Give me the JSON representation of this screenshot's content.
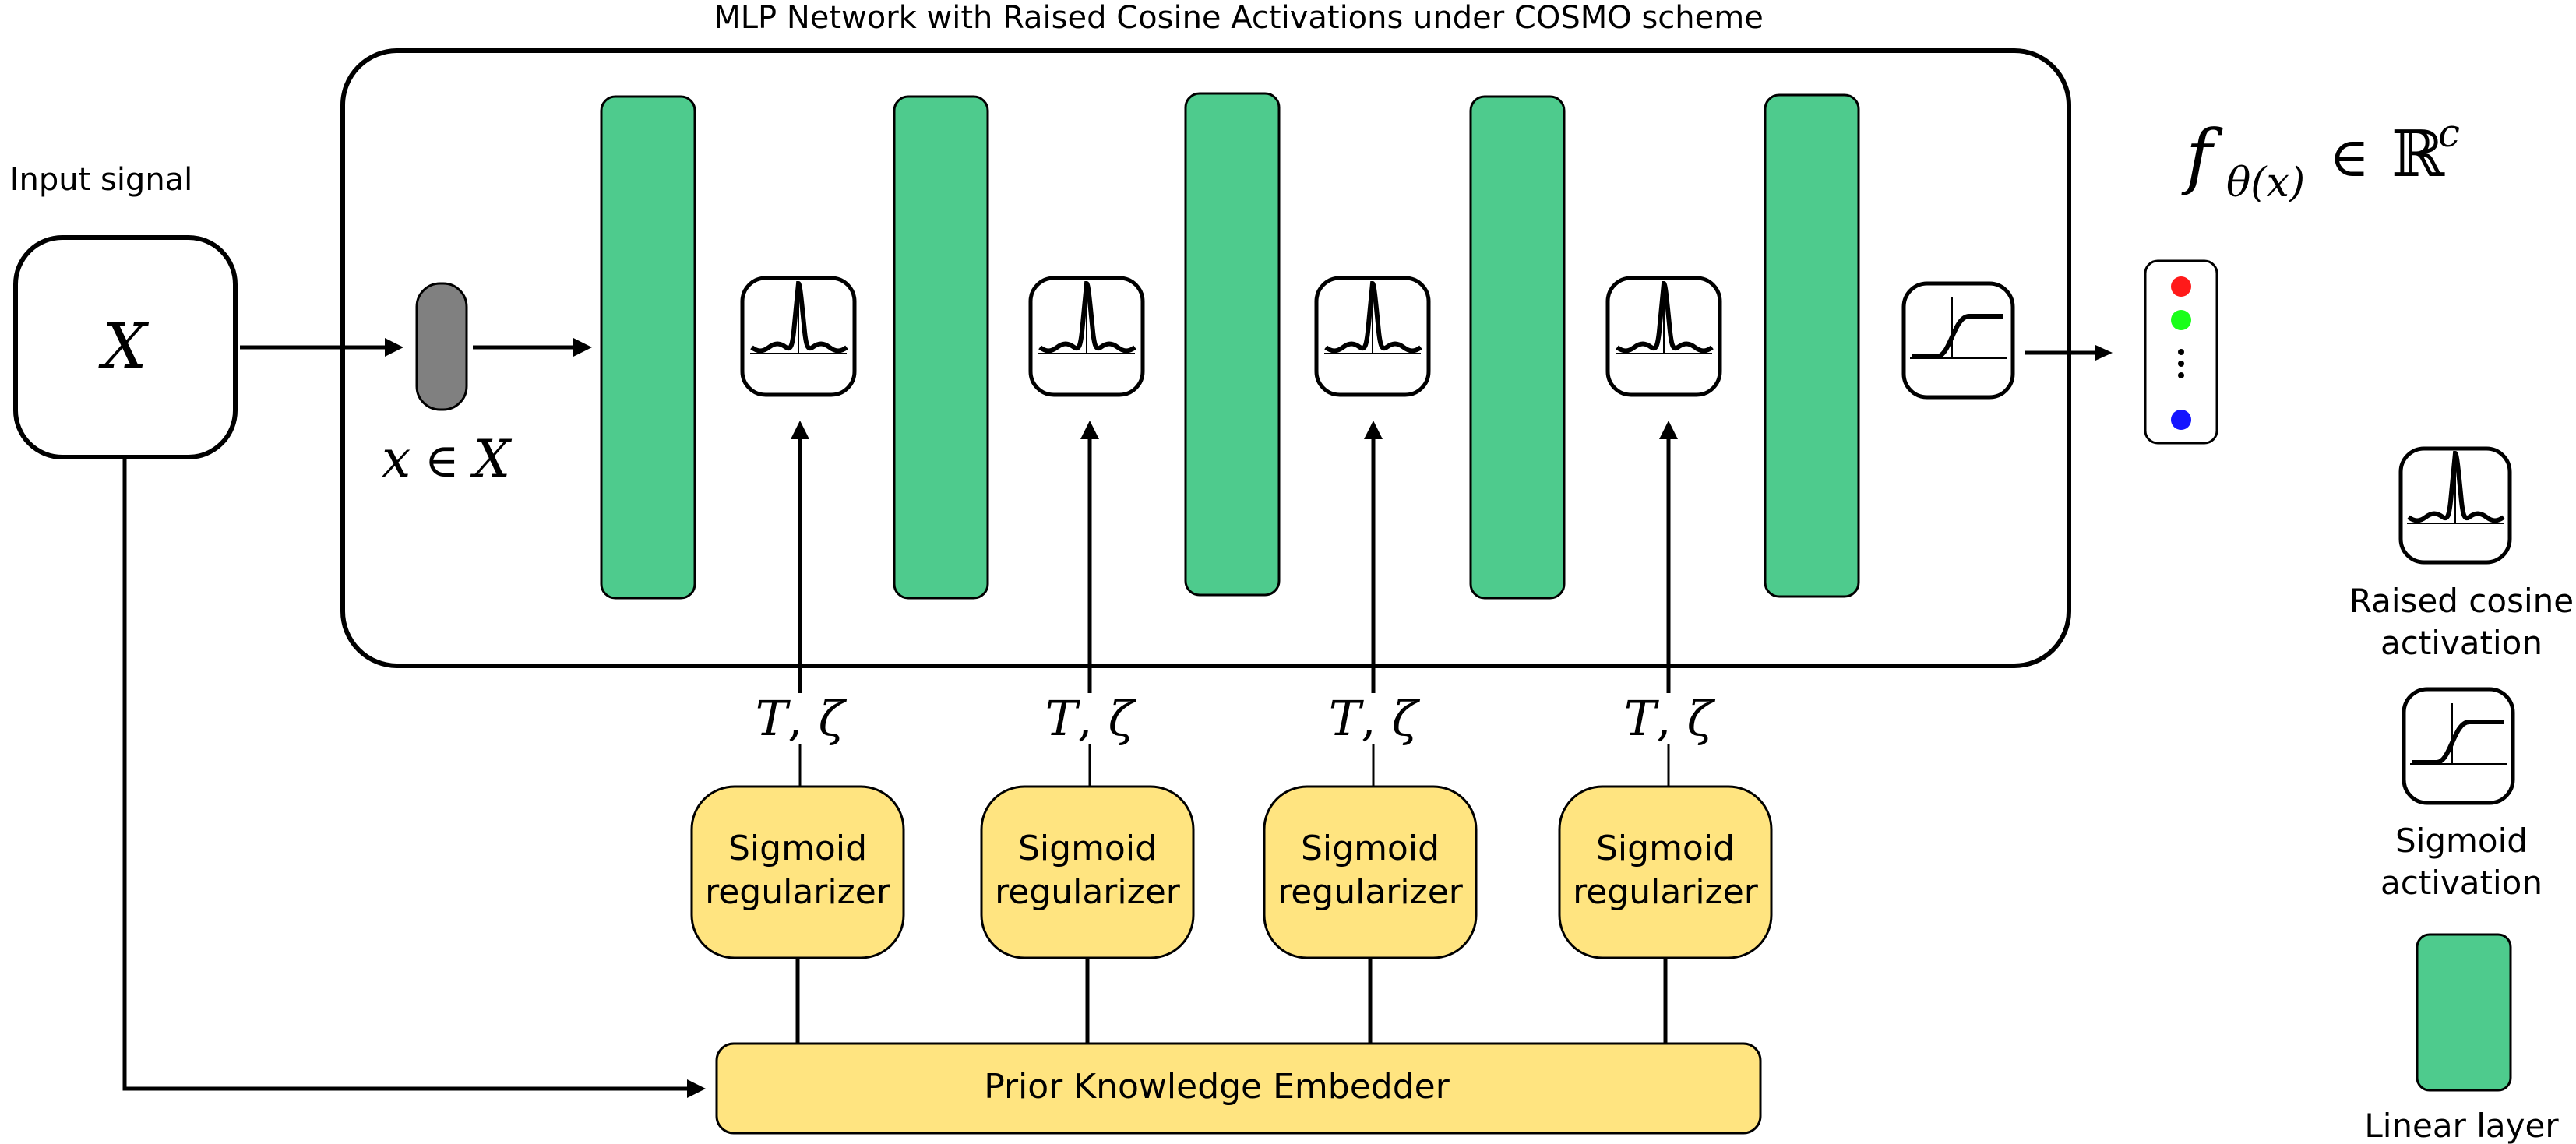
{
  "title": "MLP Network with Raised Cosine Activations under COSMO scheme",
  "input": {
    "label": "Input signal",
    "symbol": "X",
    "sample_var": "x",
    "sample_set": "X"
  },
  "output": {
    "func": "f",
    "sub": "θ(x)",
    "set": "ℝ",
    "sup": "c",
    "dots": [
      "#ff1a1a",
      "#1aff1a",
      "#1414ff"
    ]
  },
  "regularizer_label": [
    "Sigmoid",
    "regularizer"
  ],
  "param_label": {
    "T": "T",
    "zeta": "ζ"
  },
  "embedder_label": "Prior Knowledge Embedder",
  "legend": {
    "raised_cosine": [
      "Raised cosine",
      "activation"
    ],
    "sigmoid": [
      "Sigmoid",
      "activation"
    ],
    "linear": "Linear layer"
  },
  "colors": {
    "linear": "#4ecb8d",
    "yellow": "#ffe480",
    "gray": "#808080"
  }
}
